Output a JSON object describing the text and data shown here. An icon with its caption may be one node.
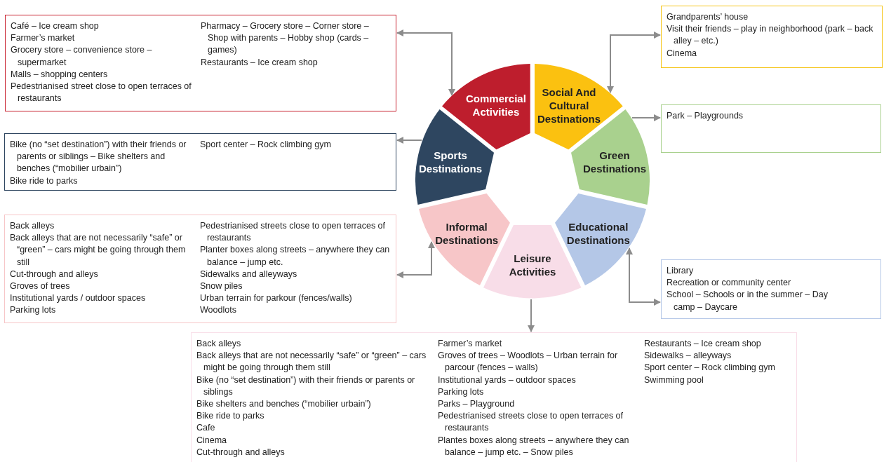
{
  "diagram": {
    "nodes": [
      {
        "text": [
          "Commercial Activities"
        ]
      },
      {
        "text": [
          "Social And Cultural Destinations"
        ]
      },
      {
        "text": [
          "Green Destinations"
        ]
      },
      {
        "text": [
          "Educational Destinations"
        ]
      },
      {
        "text": [
          "Leisure Activities"
        ]
      },
      {
        "text": [
          "Informal Destinations"
        ]
      },
      {
        "text": [
          "Sports Destinations"
        ]
      },
      {
        "text": [
          "Café – Ice cream shop",
          "Farmer’s market",
          "Grocery store – convenience store – supermarket",
          "Malls – shopping centers",
          "Pedestrianised street close to open terraces of restaurants",
          "Pharmacy – Grocery store – Corner store – Shop with parents – Hobby shop (cards – games)",
          "Restaurants – Ice cream shop"
        ]
      },
      {
        "text": [
          "Grandparents’ house",
          "Visit their friends – play in neighborhood (park – back alley – etc.)",
          "Cinema"
        ]
      },
      {
        "text": [
          "Park – Playgrounds"
        ]
      },
      {
        "text": [
          "Bike (no “set destination”) with their friends or parents or siblings – Bike shelters and benches (“mobilier urbain”)",
          "Bike ride to parks",
          "Sport center – Rock climbing gym"
        ]
      },
      {
        "text": [
          "Back alleys",
          "Back alleys that are not necessarily “safe” or “green” – cars might be going through them still",
          "Cut-through and alleys",
          "Groves of trees",
          "Institutional yards / outdoor spaces",
          "Parking lots",
          "Pedestrianised streets close to open terraces of restaurants",
          "Planter boxes along streets – anywhere they can balance – jump etc.",
          "Sidewalks and alleyways",
          "Snow piles",
          "Urban terrain for parkour (fences/walls)",
          "Woodlots"
        ]
      },
      {
        "text": [
          "Library",
          "Recreation or community center",
          "School – Schools or in the summer – Day camp – Daycare"
        ]
      },
      {
        "text": [
          "Back alleys",
          "Back alleys that are not necessarily “safe” or “green” – cars might be going through them still",
          "Bike (no “set destination”) with their friends or parents or siblings",
          "Bike shelters and benches (“mobilier urbain”)",
          "Bike ride to parks",
          "Cafe",
          "Cinema",
          "Cut-through and alleys",
          "Farmer’s market",
          "Groves of trees – Woodlots – Urban terrain for parcour (fences – walls)",
          "Institutional yards – outdoor spaces",
          "Parking lots",
          "Parks – Playground",
          "Pedestrianised streets close to open terraces of restaurants",
          "Plantes boxes along streets – anywhere they can balance – jump etc. – Snow piles",
          "Restaurants – Ice cream shop",
          "Sidewalks – alleyways",
          "Sport center – Rock climbing gym",
          "Swimming pool"
        ]
      }
    ],
    "edges": [
      {
        "from": 0,
        "to": 7,
        "arrow": "both"
      },
      {
        "from": 1,
        "to": 8,
        "arrow": "both"
      },
      {
        "from": 2,
        "to": 9,
        "arrow": "to"
      },
      {
        "from": 6,
        "to": 10,
        "arrow": "to"
      },
      {
        "from": 5,
        "to": 11,
        "arrow": "both"
      },
      {
        "from": 3,
        "to": 12,
        "arrow": "both"
      },
      {
        "from": 4,
        "to": 13,
        "arrow": "to"
      }
    ]
  }
}
